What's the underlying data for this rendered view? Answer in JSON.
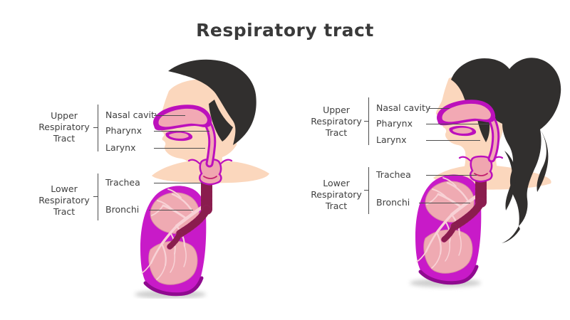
{
  "title": "Respiratory tract",
  "figures": {
    "left": {
      "upper_group": [
        "Upper",
        "Respiratory",
        "Tract"
      ],
      "upper_items": [
        "Nasal cavity",
        "Pharynx",
        "Larynx"
      ],
      "lower_group": [
        "Lower",
        "Respiratory",
        "Tract"
      ],
      "lower_items": [
        "Trachea",
        "Bronchi"
      ]
    },
    "right": {
      "upper_group": [
        "Upper",
        "Respiratory",
        "Tract"
      ],
      "upper_items": [
        "Nasal cavity",
        "Pharynx",
        "Larynx"
      ],
      "lower_group": [
        "Lower",
        "Respiratory",
        "Tract"
      ],
      "lower_items": [
        "Trachea",
        "Bronchi"
      ]
    }
  },
  "colors": {
    "title_text": "#3a3a3a",
    "label_text": "#3f3f3f",
    "leader_line": "#4d4d4d",
    "skin": "#fbd7bd",
    "hair": "#312f2e",
    "tract_magenta": "#bc10bc",
    "tract_inner_pink": "#f2a9b4",
    "lung_outer": "#c81ac8",
    "lung_rim": "#8f0b8f",
    "lung_lobe": "#efaab2",
    "bronchi_branch": "#f8d2d6",
    "trachea_base": "#c43f92",
    "trachea_rib": "#8a1d4e"
  }
}
